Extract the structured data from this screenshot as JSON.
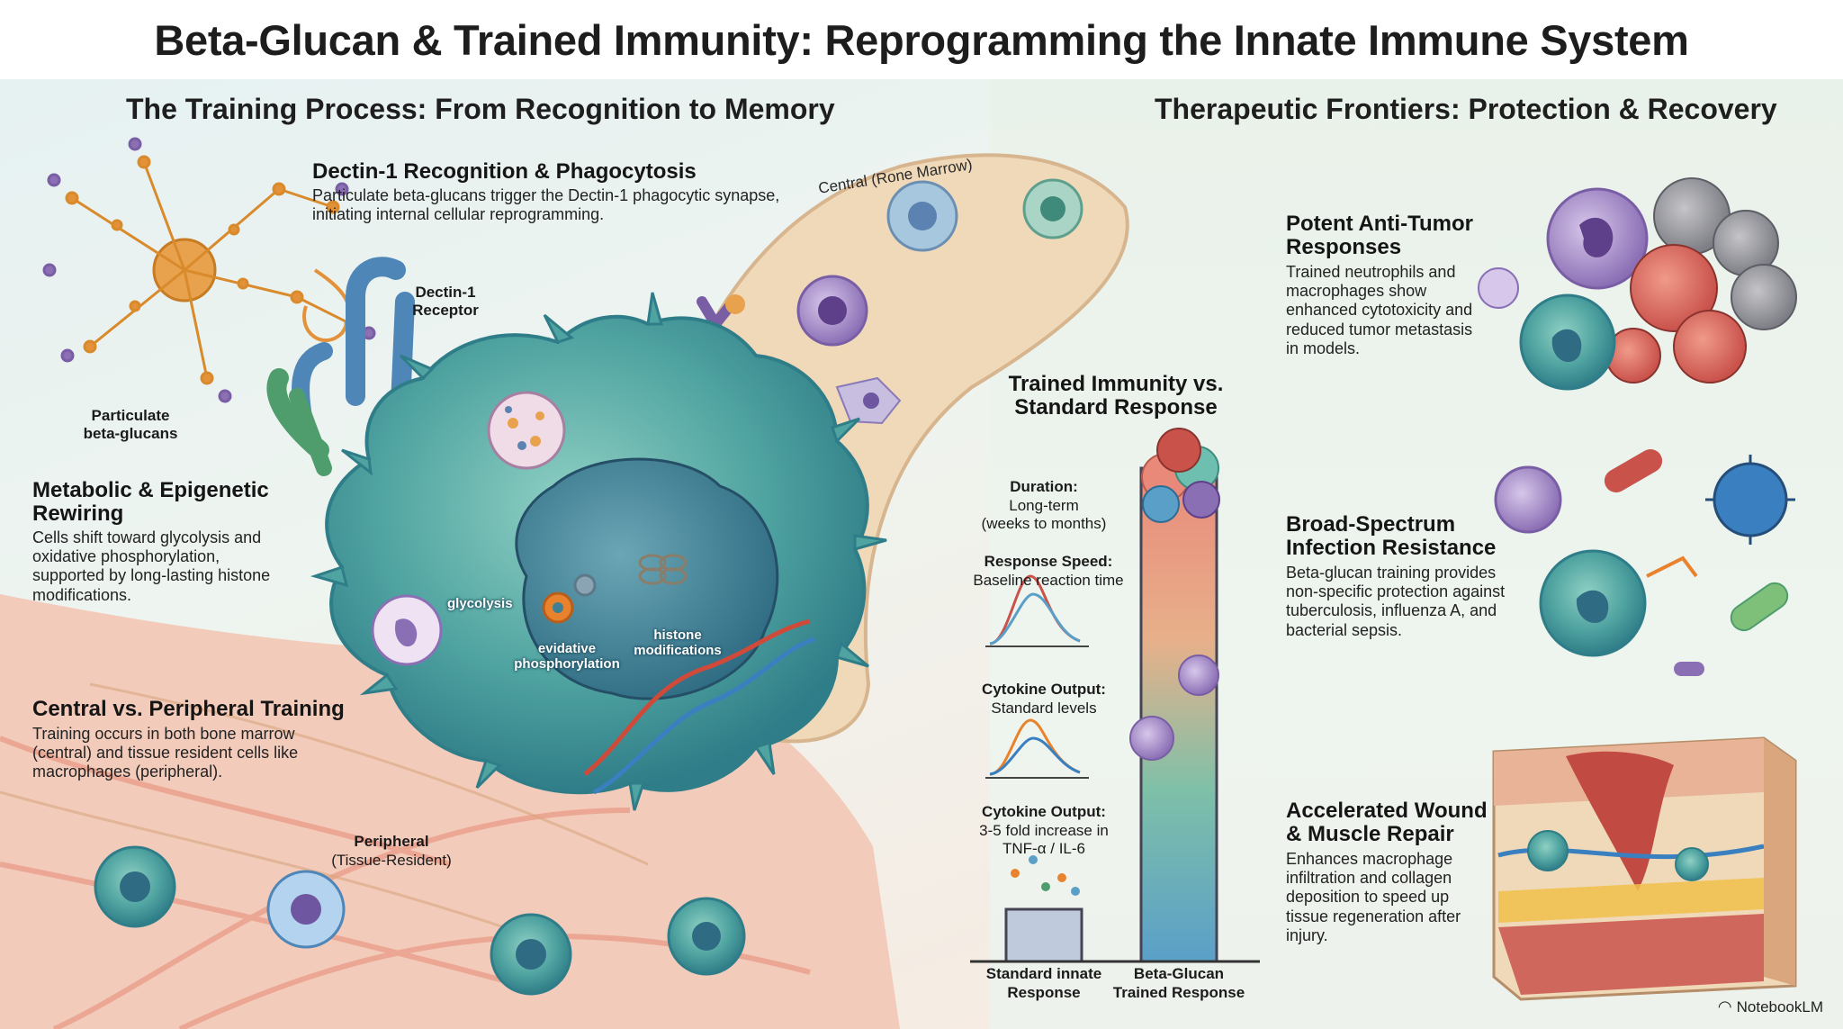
{
  "title": "Beta-Glucan & Trained Immunity: Reprogramming the Innate Immune System",
  "left_section": {
    "heading": "The Training Process: From Recognition to Memory",
    "dectin": {
      "heading": "Dectin-1 Recognition & Phagocytosis",
      "body": "Particulate beta-glucans trigger the Dectin-1 phagocytic synapse, initiating internal cellular reprogramming."
    },
    "metabolic": {
      "heading": "Metabolic & Epigenetic Rewiring",
      "body": "Cells shift toward glycolysis and oxidative phosphorylation, supported by long-lasting histone modifications."
    },
    "central_peripheral": {
      "heading": "Central vs. Peripheral Training",
      "body": "Training occurs in both bone marrow (central) and tissue resident cells like macrophages (peripheral)."
    },
    "labels": {
      "particulate_line1": "Particulate",
      "particulate_line2": "beta-glucans",
      "dectin_line1": "Dectin-1",
      "dectin_line2": "Receptor",
      "central": "Central (Rone Marrow)",
      "peripheral_line1": "Peripheral",
      "peripheral_line2": "(Tissue-Resident)",
      "glycolysis": "glycolysis",
      "oxphos_line1": "evidative",
      "oxphos_line2": "phosphorylation",
      "histone_line1": "histone",
      "histone_line2": "modifications"
    }
  },
  "comparison": {
    "heading_line1": "Trained Immunity vs.",
    "heading_line2": "Standard Response",
    "duration_label": "Duration:",
    "duration_value_line1": "Long-term",
    "duration_value_line2": "(weeks to months)",
    "speed_label": "Response Speed:",
    "speed_value": "Baseline reaction time",
    "cytokine_std_label": "Cytokine Output:",
    "cytokine_std_value": "Standard levels",
    "cytokine_trained_label": "Cytokine Output:",
    "cytokine_trained_line1": "3-5 fold increase in",
    "cytokine_trained_line2": "TNF-α / IL-6",
    "bar_standard_line1": "Standard innate",
    "bar_standard_line2": "Response",
    "bar_trained_line1": "Beta-Glucan",
    "bar_trained_line2": "Trained Response"
  },
  "right_section": {
    "heading": "Therapeutic Frontiers: Protection & Recovery",
    "tumor": {
      "heading_line1": "Potent Anti-Tumor",
      "heading_line2": "Responses",
      "body": "Trained neutrophils and macrophages show enhanced cytotoxicity and reduced tumor metastasis in models."
    },
    "infection": {
      "heading_line1": "Broad-Spectrum",
      "heading_line2": "Infection Resistance",
      "body": "Beta-glucan training provides non-specific protection against tuberculosis, influenza A, and bacterial sepsis."
    },
    "wound": {
      "heading_line1": "Accelerated Wound",
      "heading_line2": "& Muscle Repair",
      "body": "Enhances macrophage infiltration and collagen deposition to speed up tissue regeneration after injury."
    }
  },
  "branding": "NotebookLM",
  "colors": {
    "macrophage": "#4fa3a0",
    "nucleus": "#3f7f93",
    "bone_marrow": "#f0d9b8",
    "tissue": "#f3cbbb",
    "glucan": "#e3923a",
    "trained_bar_top": "#e9897a",
    "trained_bar_bottom": "#5a9fc8"
  }
}
